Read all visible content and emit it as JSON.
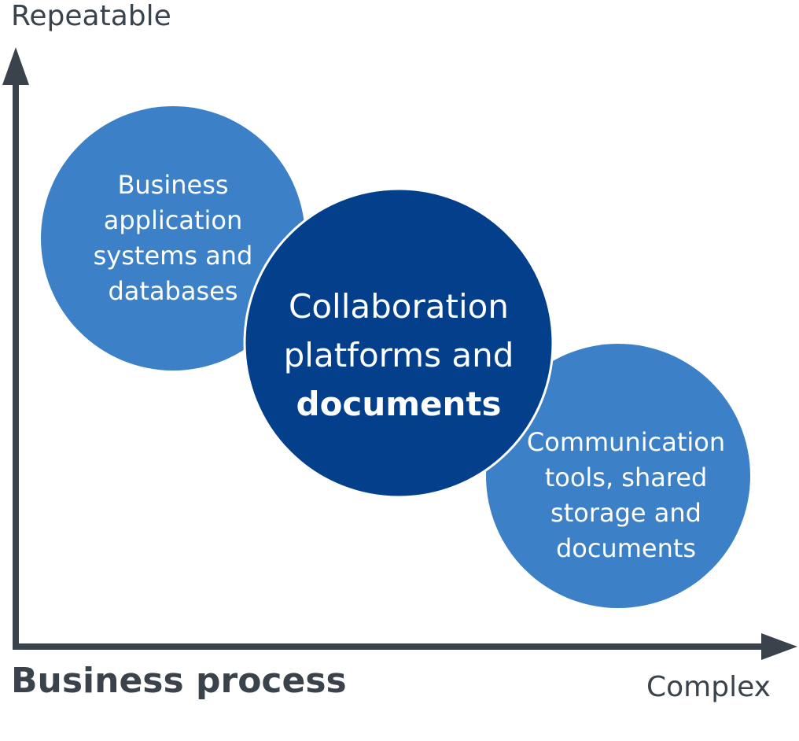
{
  "axes": {
    "y_label": "Repeatable",
    "x_label": "Complex",
    "title": "Business process"
  },
  "circles": [
    {
      "lines": [
        "Business",
        "application",
        "systems and",
        "databases"
      ],
      "color": "#3c80c7"
    },
    {
      "lines": [
        "Collaboration",
        "platforms and"
      ],
      "bold": "documents",
      "color": "#043f8b"
    },
    {
      "lines": [
        "Communication",
        "tools, shared",
        "storage and",
        "documents"
      ],
      "color": "#3c80c7"
    }
  ],
  "colors": {
    "axis": "#3a434b"
  }
}
